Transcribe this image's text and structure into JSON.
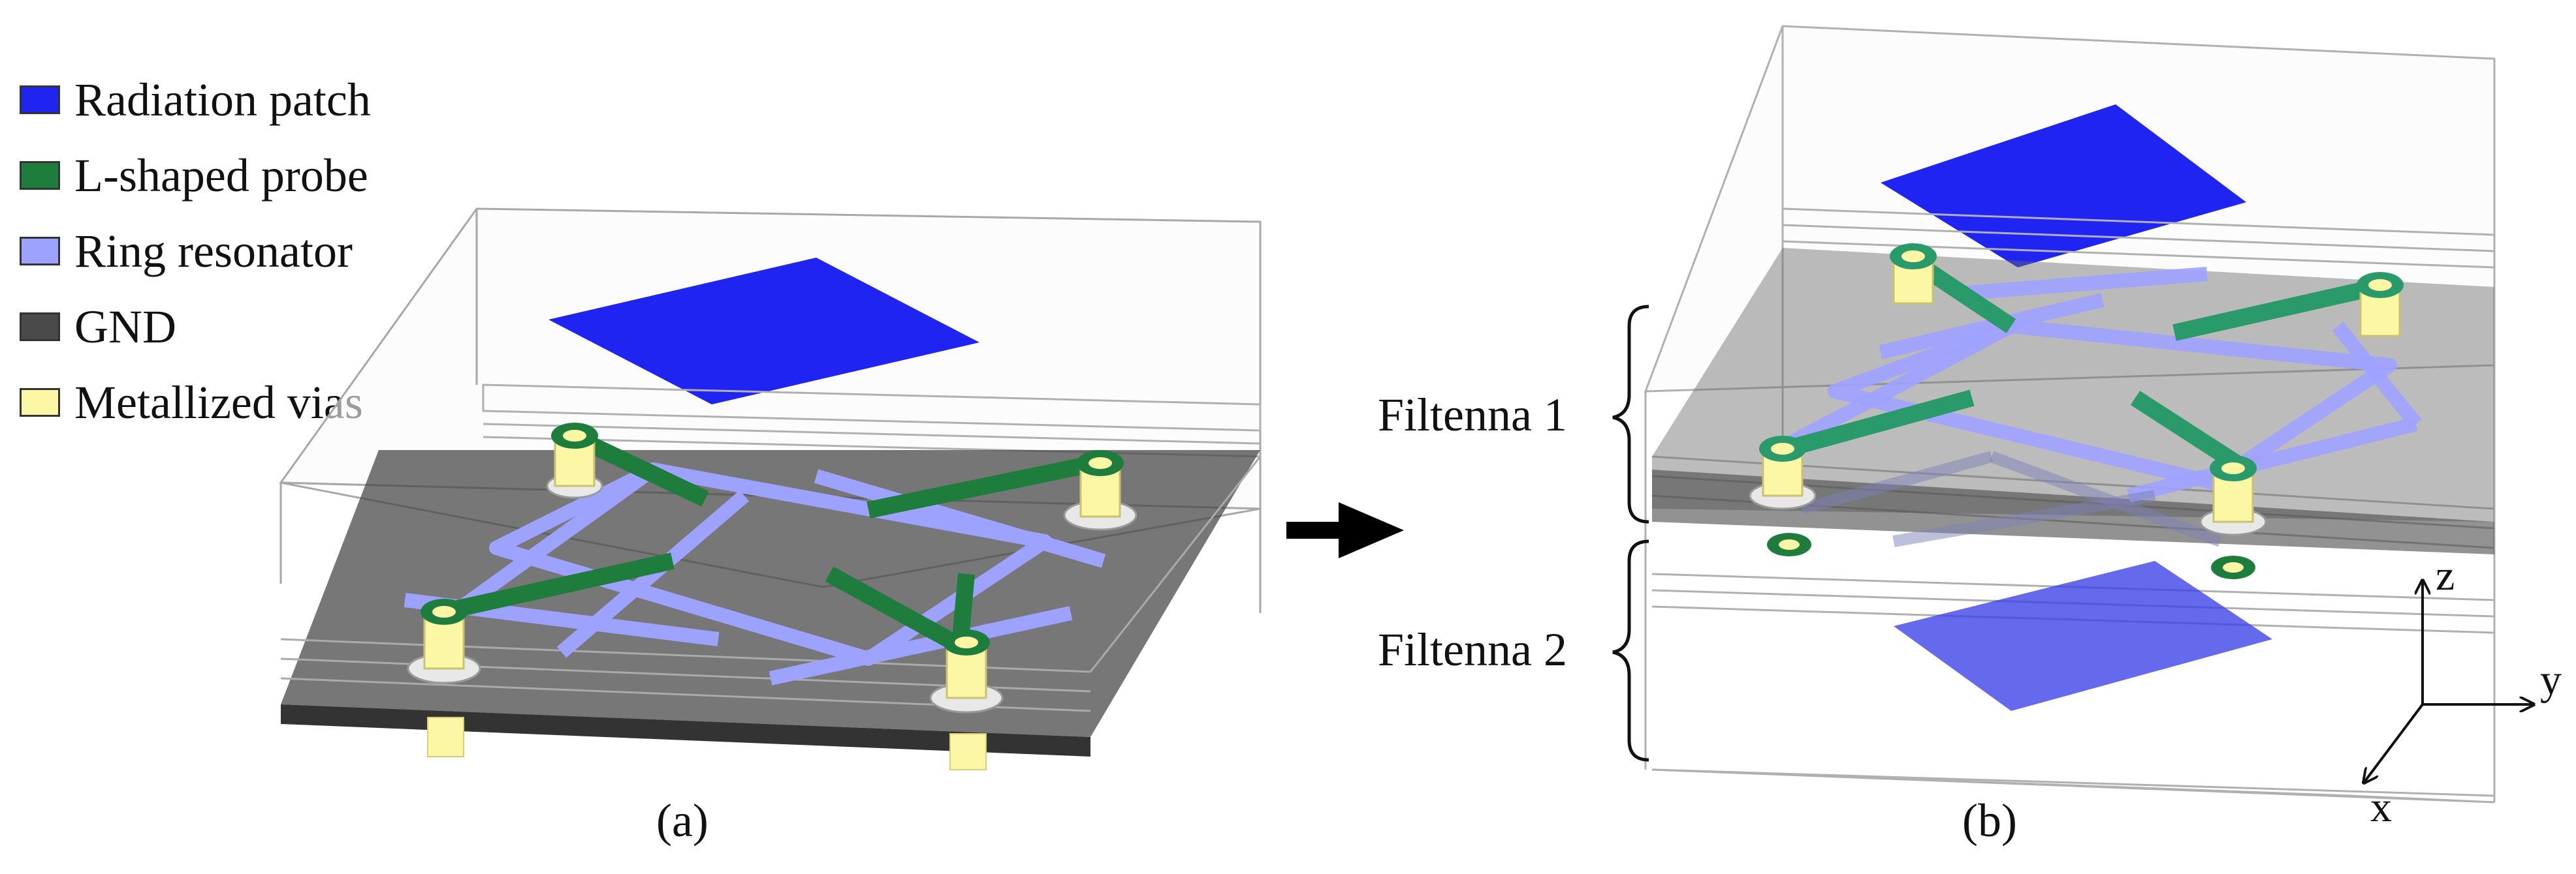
{
  "colors": {
    "patch": "#1f24f0",
    "probe": "#1e7d3c",
    "ring": "#9ea2ff",
    "gnd": "#4a4a4a",
    "via": "#fbf7a4",
    "outline": "#9a9a9a"
  },
  "legend": [
    {
      "label": "Radiation patch",
      "color": "#1f24f0"
    },
    {
      "label": "L-shaped probe",
      "color": "#1e7d3c"
    },
    {
      "label": "Ring resonator",
      "color": "#9ea2ff"
    },
    {
      "label": "GND",
      "color": "#4a4a4a"
    },
    {
      "label": "Metallized vias",
      "color": "#fbf7a4"
    }
  ],
  "panel_a": {
    "caption": "(a)"
  },
  "panel_b": {
    "caption": "(b)",
    "filtenna1": "Filtenna 1",
    "filtenna2": "Filtenna 2"
  },
  "axes": {
    "z": "z",
    "y": "y",
    "x": "x"
  },
  "icons": {
    "arrow": "right-arrow-icon",
    "brace": "left-brace-icon"
  }
}
